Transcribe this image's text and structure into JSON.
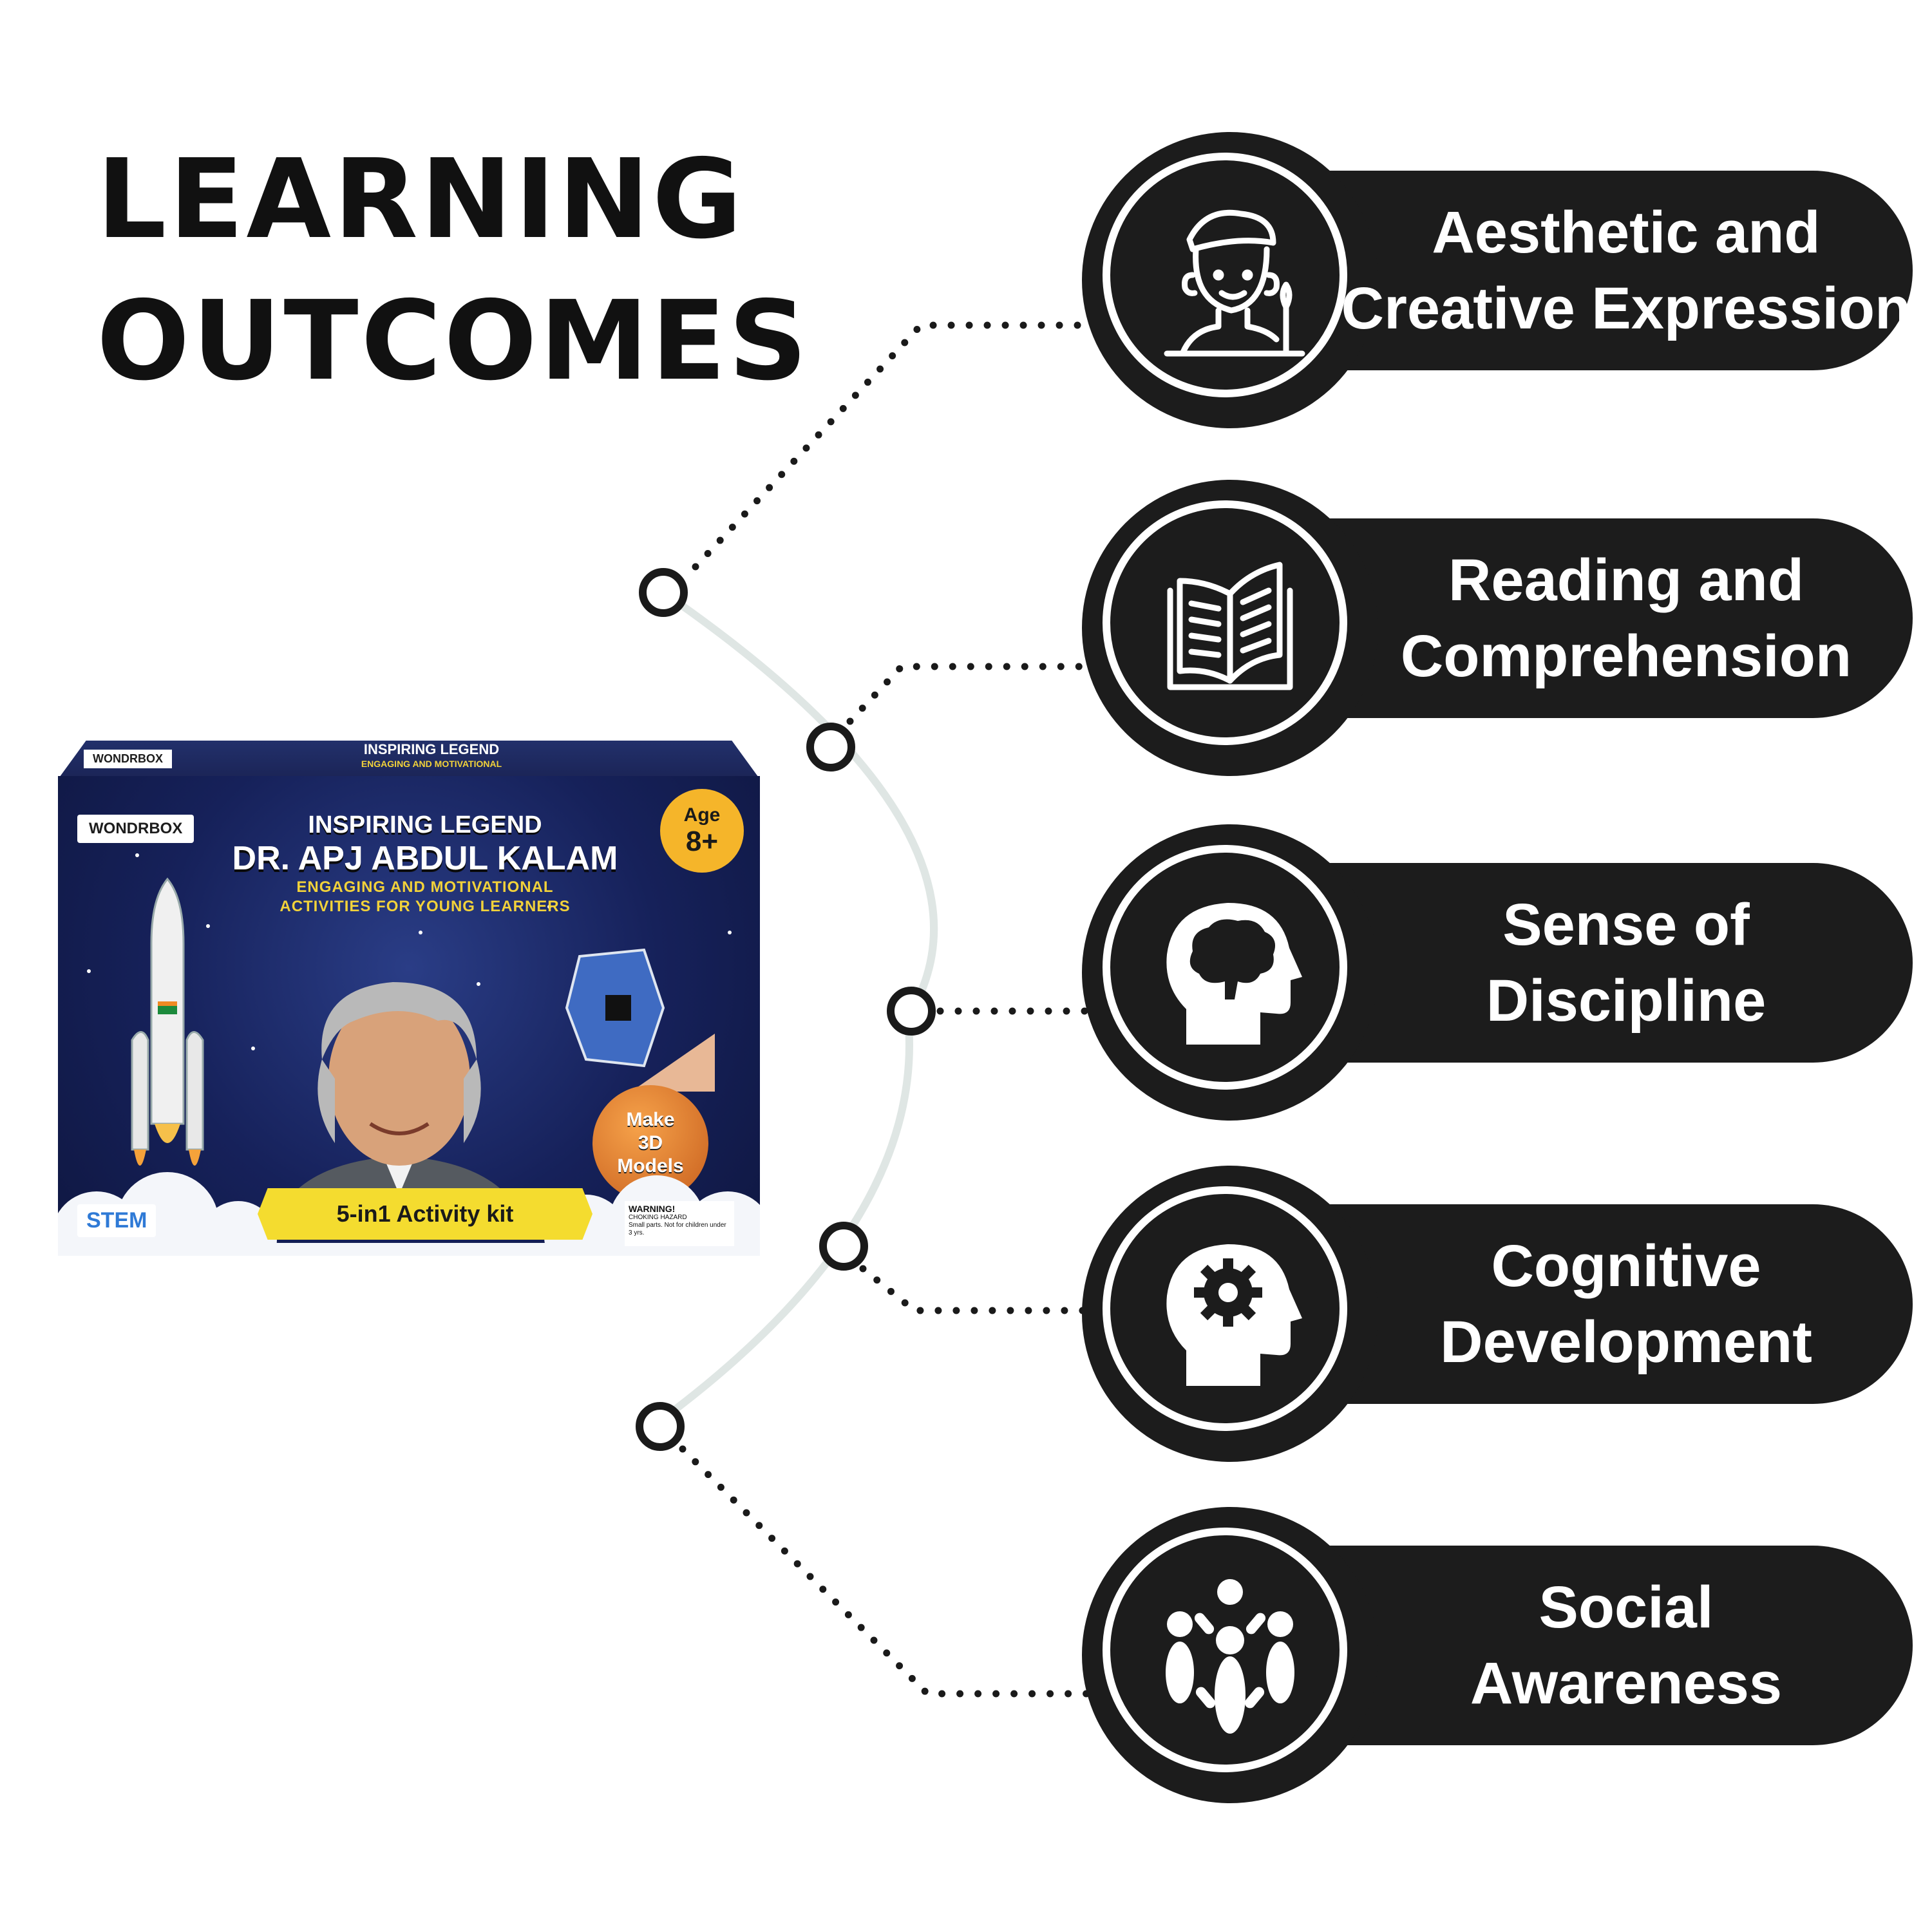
{
  "heading": {
    "line1": "LEARNING",
    "line2": "OUTCOMES"
  },
  "outcomes": [
    {
      "line1": "Aesthetic and",
      "line2": "Creative Expression",
      "icon": "artist-icon"
    },
    {
      "line1": "Reading and",
      "line2": "Comprehension",
      "icon": "open-book-icon"
    },
    {
      "line1": "Sense of",
      "line2": "Discipline",
      "icon": "brain-head-icon"
    },
    {
      "line1": "Cognitive",
      "line2": "Development",
      "icon": "gear-head-icon"
    },
    {
      "line1": "Social",
      "line2": "Awareness",
      "icon": "people-group-icon"
    }
  ],
  "product": {
    "brand": "WONDRBOX",
    "subtitle_top": "INSPIRING LEGEND",
    "title": "DR. APJ ABDUL KALAM",
    "tagline_1": "ENGAGING AND MOTIVATIONAL",
    "tagline_2": "ACTIVITIES FOR YOUNG LEARNERS",
    "age_label": "Age",
    "age_value": "8+",
    "badge_1": "Make",
    "badge_2": "3D",
    "badge_3": "Models",
    "kit_label": "5-in1 Activity kit",
    "stem_label": "STEM",
    "warning_title": "WARNING!",
    "warning_sub": "CHOKING HAZARD",
    "warning_detail": "Small parts. Not for children under 3 yrs."
  },
  "colors": {
    "pill": "#1c1c1c",
    "box_blue": "#16215a",
    "accent_yellow": "#f4dc2f",
    "age_orange": "#f5b52a",
    "arc": "#dfe6e4"
  }
}
